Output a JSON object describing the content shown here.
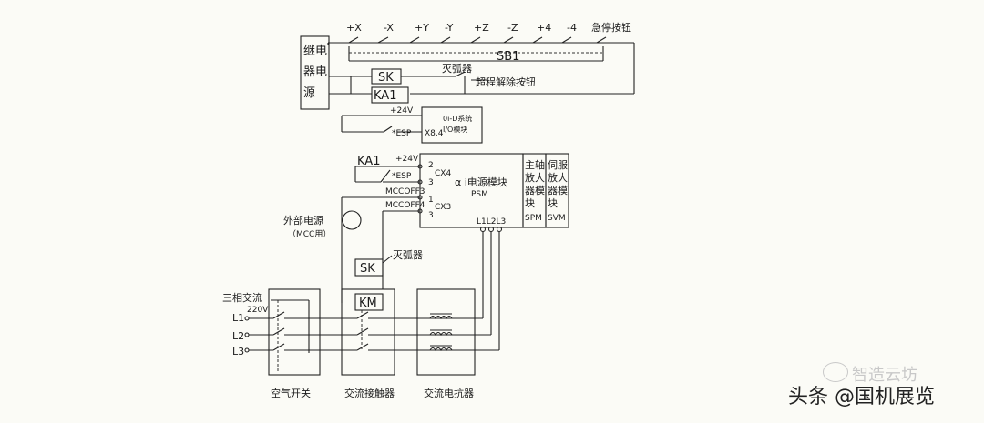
{
  "top_buttons": [
    "+X",
    "-X",
    "+Y",
    "-Y",
    "+Z",
    "-Z",
    "+4",
    "-4"
  ],
  "emergency_stop": "急停按钮",
  "relay_power": [
    "继电",
    "器电",
    "源"
  ],
  "sb1": "SB1",
  "sk": "SK",
  "arc_suppressor": "灭弧器",
  "overtravel_release": "超程解除按钮",
  "ka1": "KA1",
  "plus24v": "+24V",
  "esp": "*ESP",
  "x84": "X8.4",
  "io_module": [
    "0i-D系统",
    "I/O模块"
  ],
  "cx4": "CX4",
  "cx3": "CX3",
  "mccoff3": "MCCOFF3",
  "mccoff4": "MCCOFF4",
  "pin2": "2",
  "pin3": "3",
  "pin1": "1",
  "psm": [
    "α i电源模块",
    "PSM"
  ],
  "spm": [
    "主轴",
    "放大",
    "器模",
    "块",
    "SPM"
  ],
  "svm": [
    "伺服",
    "放大",
    "器模",
    "块",
    "SVM"
  ],
  "l123_top": "L1L2L3",
  "ext_power": [
    "外部电源",
    "（MCC用）"
  ],
  "km": "KM",
  "three_phase": [
    "三相交流",
    "220V"
  ],
  "phases": [
    "L1",
    "L2",
    "L3"
  ],
  "bottom_labels": [
    "空气开关",
    "交流接触器",
    "交流电抗器"
  ],
  "watermark_main": "头条 @国机展览",
  "watermark_sub": "智造云坊"
}
